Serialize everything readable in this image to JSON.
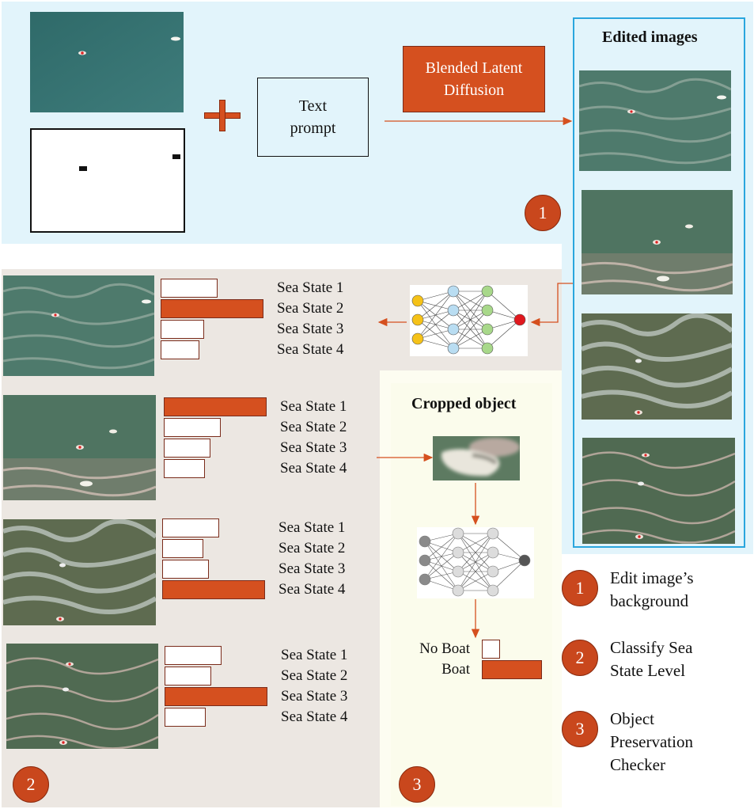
{
  "step1": {
    "text_prompt": "Text\nprompt",
    "method": "Blended Latent\nDiffusion",
    "edited_images_title": "Edited images",
    "badge": "1"
  },
  "step2": {
    "badge": "2",
    "rows": [
      {
        "labels": [
          "Sea State 1",
          "Sea State 2",
          "Sea State 3",
          "Sea State 4"
        ],
        "scores": [
          0.55,
          1.0,
          0.42,
          0.38
        ],
        "selected": 1
      },
      {
        "labels": [
          "Sea State 1",
          "Sea State 2",
          "Sea State 3",
          "Sea State 4"
        ],
        "scores": [
          1.0,
          0.55,
          0.45,
          0.4
        ],
        "selected": 0
      },
      {
        "labels": [
          "Sea State 1",
          "Sea State 2",
          "Sea State 3",
          "Sea State 4"
        ],
        "scores": [
          0.55,
          0.4,
          0.45,
          1.0
        ],
        "selected": 3
      },
      {
        "labels": [
          "Sea State 1",
          "Sea State 2",
          "Sea State 3",
          "Sea State 4"
        ],
        "scores": [
          0.55,
          0.45,
          1.0,
          0.4
        ],
        "selected": 2
      }
    ]
  },
  "step3": {
    "badge": "3",
    "title": "Cropped object",
    "labels": [
      "No Boat",
      "Boat"
    ],
    "scores": [
      0.3,
      1.0
    ],
    "selected": 1
  },
  "legend": [
    {
      "num": "1",
      "text": "Edit image’s\nbackground"
    },
    {
      "num": "2",
      "text": "Classify Sea\nState Level"
    },
    {
      "num": "3",
      "text": "Object\nPreservation\nChecker"
    }
  ],
  "colors": {
    "accent": "#d5501f",
    "panel1": "#e2f4fb",
    "panel2": "#ece7e2",
    "panel3": "#fdfdf1",
    "frame": "#2aa6de"
  }
}
